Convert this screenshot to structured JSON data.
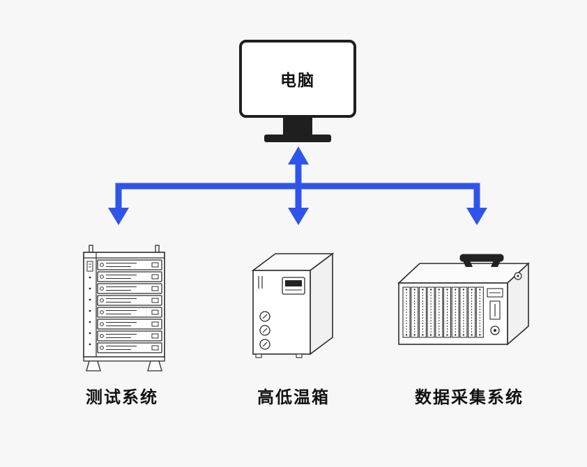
{
  "diagram": {
    "computer": {
      "label": "电脑"
    },
    "devices": [
      {
        "id": "test-system",
        "label": "测试系统"
      },
      {
        "id": "temp-chamber",
        "label": "高低温箱"
      },
      {
        "id": "daq-system",
        "label": "数据采集系统"
      }
    ],
    "colors": {
      "arrow": "#2f54eb",
      "outline": "#2b2b2b",
      "monitor_frame": "#1f1f1f",
      "label_text": "#111111",
      "background": "#f7f7f7"
    }
  }
}
